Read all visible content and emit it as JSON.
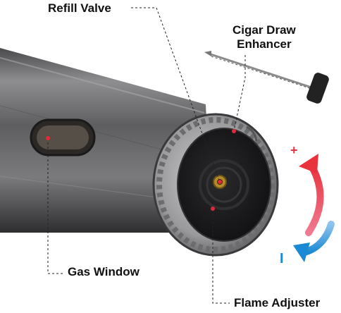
{
  "labels": {
    "refill_valve": "Refill Valve",
    "cigar_draw_line1": "Cigar Draw",
    "cigar_draw_line2": "Enhancer",
    "gas_window": "Gas Window",
    "flame_adjuster": "Flame Adjuster"
  },
  "signs": {
    "plus": "+",
    "minus": "I"
  },
  "colors": {
    "increase_arrow": "#e8323c",
    "decrease_arrow": "#1a8ad4",
    "marker_dot": "#e4283a",
    "body_dark": "#3d3d3f",
    "body_light": "#8c8c8e"
  }
}
